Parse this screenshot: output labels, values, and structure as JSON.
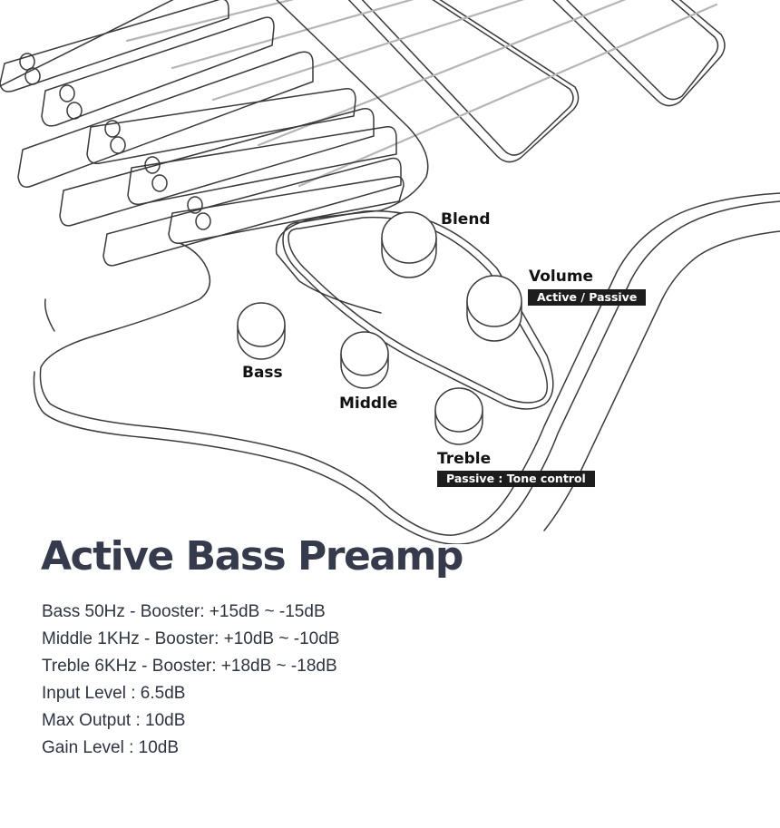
{
  "knobs": {
    "blend": {
      "label": "Blend"
    },
    "volume": {
      "label": "Volume",
      "badge": "Active / Passive"
    },
    "bass": {
      "label": "Bass"
    },
    "middle": {
      "label": "Middle"
    },
    "treble": {
      "label": "Treble",
      "badge": "Passive : Tone control"
    }
  },
  "title": "Active Bass Preamp",
  "specs": [
    "Bass 50Hz - Booster: +15dB ~ -15dB",
    "Middle 1KHz - Booster: +10dB ~ -10dB",
    "Treble 6KHz - Booster: +18dB ~ -18dB",
    "Input Level : 6.5dB",
    "Max Output : 10dB",
    "Gain Level : 10dB"
  ],
  "colors": {
    "title": "#353b4d",
    "text": "#2e3344",
    "line": "#3a3a3a",
    "badge_bg": "#1d1d1d"
  }
}
